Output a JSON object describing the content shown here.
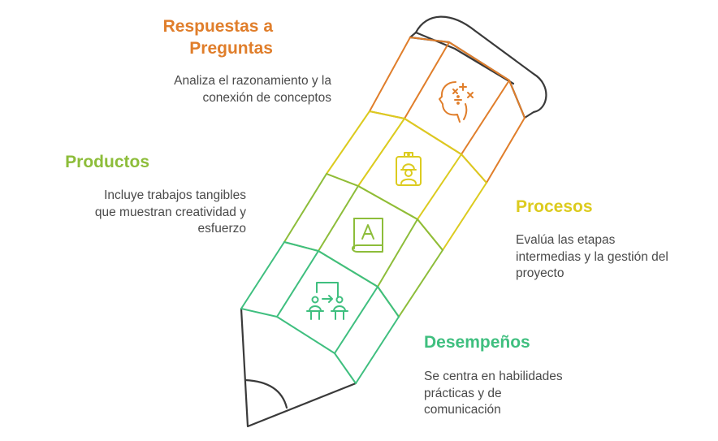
{
  "colors": {
    "respuestas": "#E07E2B",
    "procesos": "#DCCB1F",
    "productos": "#8DBD3A",
    "desempenos": "#3FBF7F",
    "outline": "#3A3A3A"
  },
  "sections": {
    "respuestas": {
      "title_lines": [
        "Respuestas a",
        "Preguntas"
      ],
      "desc_lines": [
        "Analiza el razonamiento y la",
        "conexión de conceptos"
      ],
      "icon": "brain-math-icon"
    },
    "productos": {
      "title_lines": [
        "Productos"
      ],
      "desc_lines": [
        "Incluye trabajos tangibles",
        "que muestran creatividad y",
        "esfuerzo"
      ],
      "icon": "book-letter-icon"
    },
    "procesos": {
      "title_lines": [
        "Procesos"
      ],
      "desc_lines": [
        "Evalúa las etapas",
        "intermedias y la gestión del",
        "proyecto"
      ],
      "icon": "id-badge-worker-icon"
    },
    "desempenos": {
      "title_lines": [
        "Desempeños"
      ],
      "desc_lines": [
        "Se centra en habilidades",
        "prácticas y de",
        "comunicación"
      ],
      "icon": "presentation-people-icon"
    }
  }
}
